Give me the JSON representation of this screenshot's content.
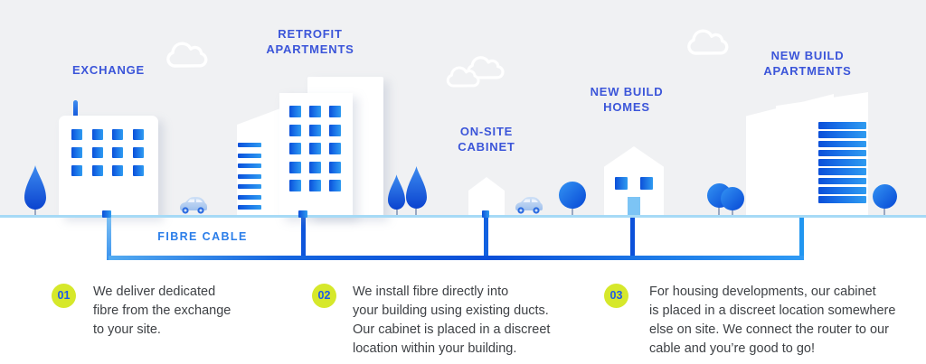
{
  "colors": {
    "sky": "#f0f1f3",
    "label_blue": "#3b55d9",
    "cable_label_blue": "#2a7de9",
    "window_blue_dark": "#0b4fd9",
    "window_blue_light": "#2f9bf0",
    "ground_blue": "#a6daf6",
    "step_circle_lime": "#d6e82b",
    "step_number_blue": "#1e5ae8",
    "body_text": "#3e4145"
  },
  "icons": [
    "cloud-icon",
    "conifer-tree-icon",
    "round-tree-icon",
    "car-icon"
  ],
  "locations": {
    "exchange": {
      "label": "EXCHANGE"
    },
    "retrofit": {
      "line1": "RETROFIT",
      "line2": "APARTMENTS"
    },
    "onsite_cabinet": {
      "line1": "ON-SITE",
      "line2": "CABINET"
    },
    "new_build_homes": {
      "line1": "NEW BUILD",
      "line2": "HOMES"
    },
    "new_build_apartments": {
      "line1": "NEW BUILD",
      "line2": "APARTMENTS"
    }
  },
  "cable": {
    "label": "FIBRE CABLE"
  },
  "steps": [
    {
      "number": "01",
      "lines": [
        "We deliver dedicated",
        "fibre from the exchange",
        "to your site."
      ]
    },
    {
      "number": "02",
      "lines": [
        "We install fibre directly into",
        "your building using existing ducts.",
        "Our cabinet is placed in a discreet",
        "location within your building."
      ]
    },
    {
      "number": "03",
      "lines": [
        "For housing developments, our cabinet",
        "is placed in a discreet location somewhere",
        "else on site. We connect the router to our",
        "cable and you’re good to go!"
      ]
    }
  ]
}
